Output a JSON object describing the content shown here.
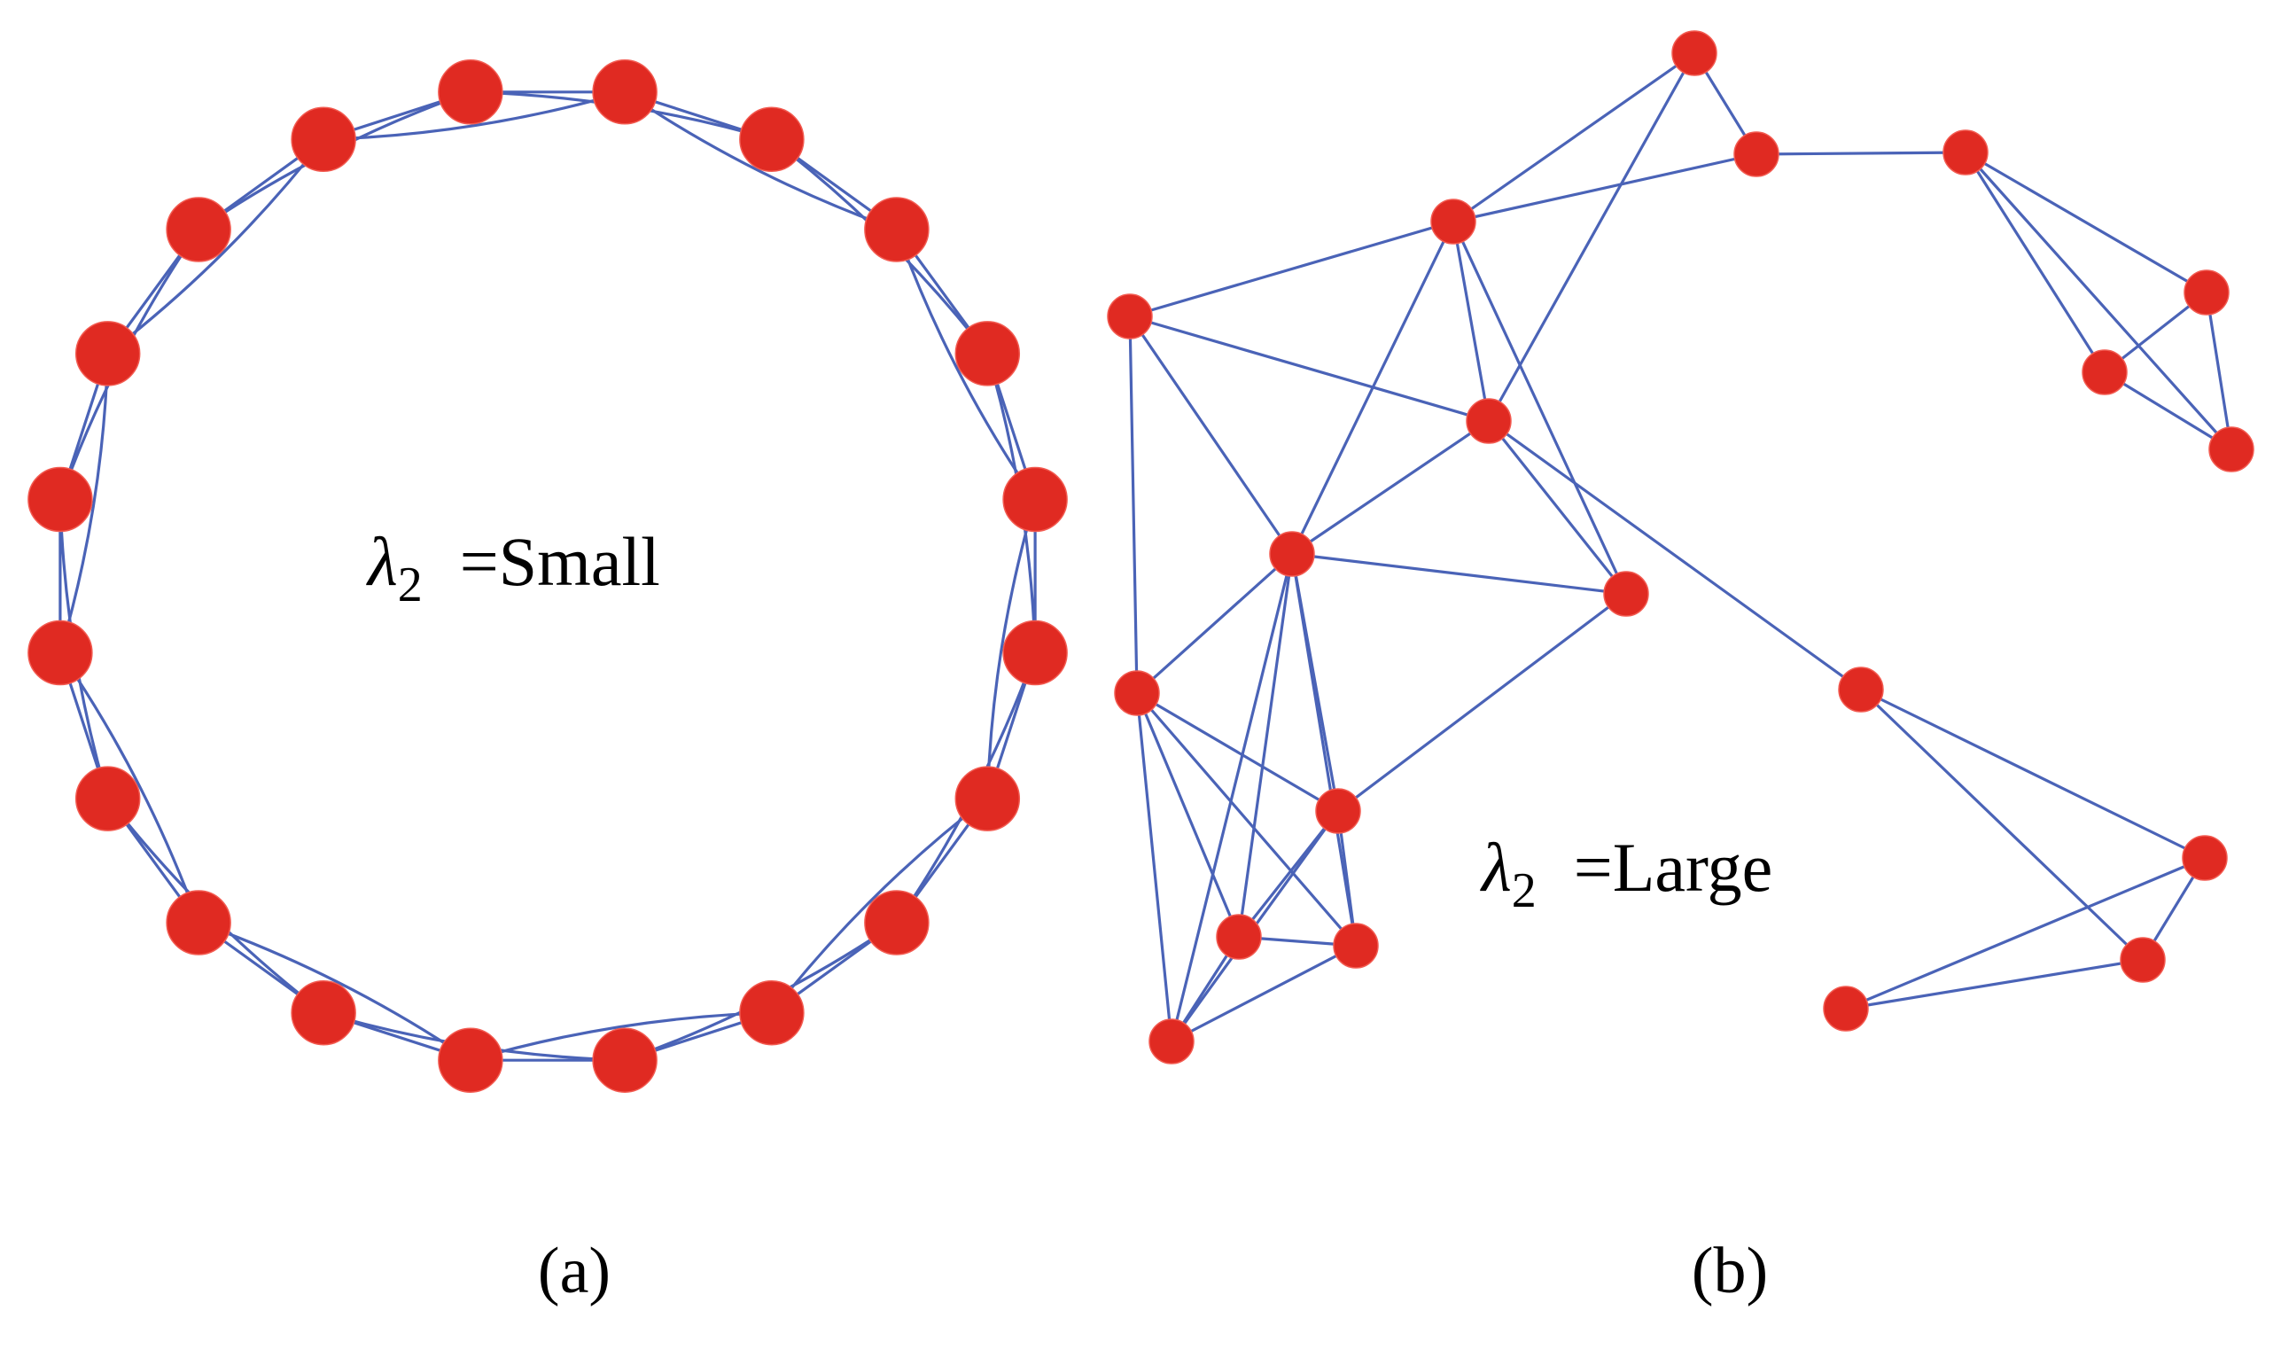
{
  "figure": {
    "panel_a": {
      "label": "(a)",
      "annotation": {
        "symbol": "λ",
        "subscript": "2",
        "text": "=Small"
      }
    },
    "panel_b": {
      "label": "(b)",
      "annotation": {
        "symbol": "λ",
        "subscript": "2",
        "text": "=Large"
      }
    },
    "colors": {
      "node": "#e02a22",
      "edge": "#4a63b7",
      "background": "#ffffff"
    }
  }
}
